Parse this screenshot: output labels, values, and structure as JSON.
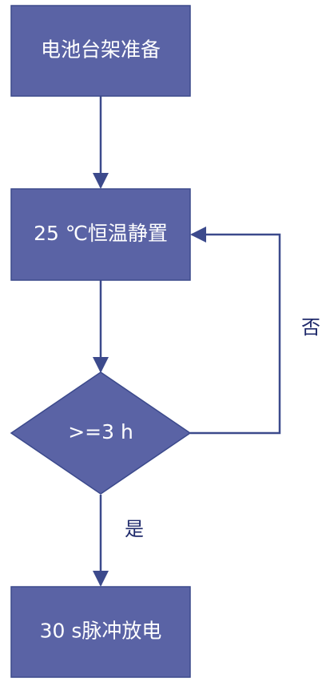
{
  "flowchart": {
    "nodes": {
      "prepare": {
        "label": "电池台架准备"
      },
      "rest": {
        "label": "25 ℃恒温静置"
      },
      "check": {
        "label": ">=3 h"
      },
      "discharge": {
        "label": "30 s脉冲放电"
      }
    },
    "edges": {
      "no_label": "否",
      "yes_label": "是"
    }
  },
  "colors": {
    "node_fill": "#5a63a5",
    "node_border": "#3c4a8c",
    "edge": "#3c4a8c",
    "label": "#1f2a6b",
    "node_text": "#ffffff"
  }
}
